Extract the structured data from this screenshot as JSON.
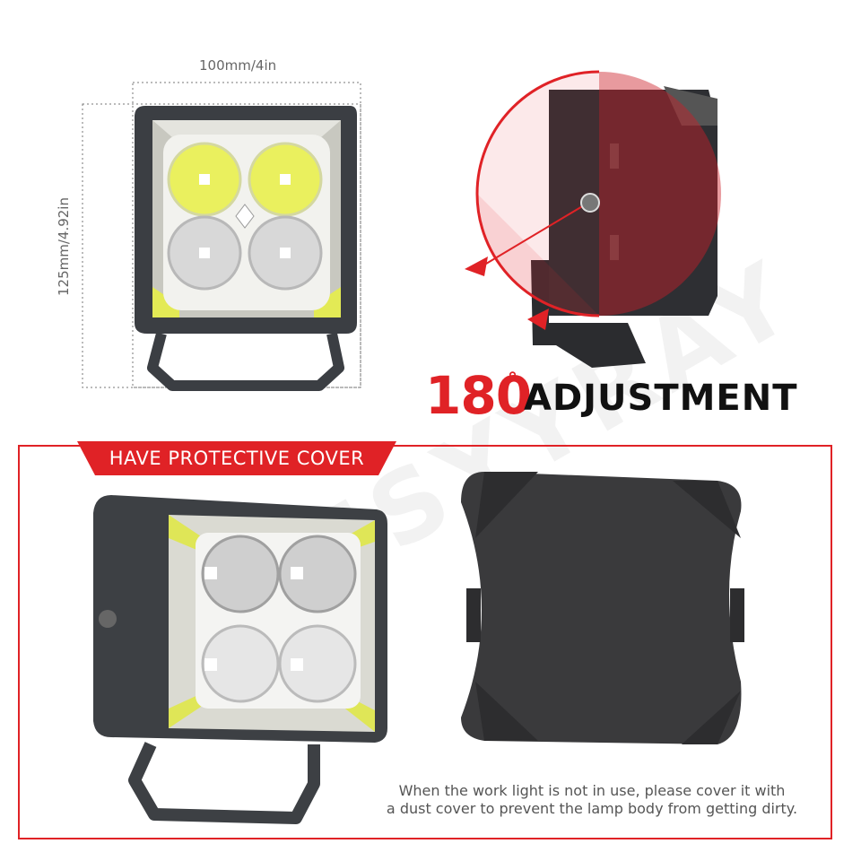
{
  "dimensions": {
    "width_label": "100mm/4in",
    "height_label": "125mm/4.92in"
  },
  "adjustment": {
    "number": "180",
    "degree_symbol": "°",
    "word": "ADJUSTMENT"
  },
  "cover_section": {
    "banner_label": "HAVE PROTECTIVE COVER",
    "note_line1": "When the work light is not in use, please cover it with",
    "note_line2": "a dust cover to prevent the lamp body from getting dirty."
  },
  "watermark": "CHUSYYRAY",
  "colors": {
    "accent_red": "#e02226",
    "lens_yellow": "#e8ef55",
    "housing": "#3d4044"
  }
}
